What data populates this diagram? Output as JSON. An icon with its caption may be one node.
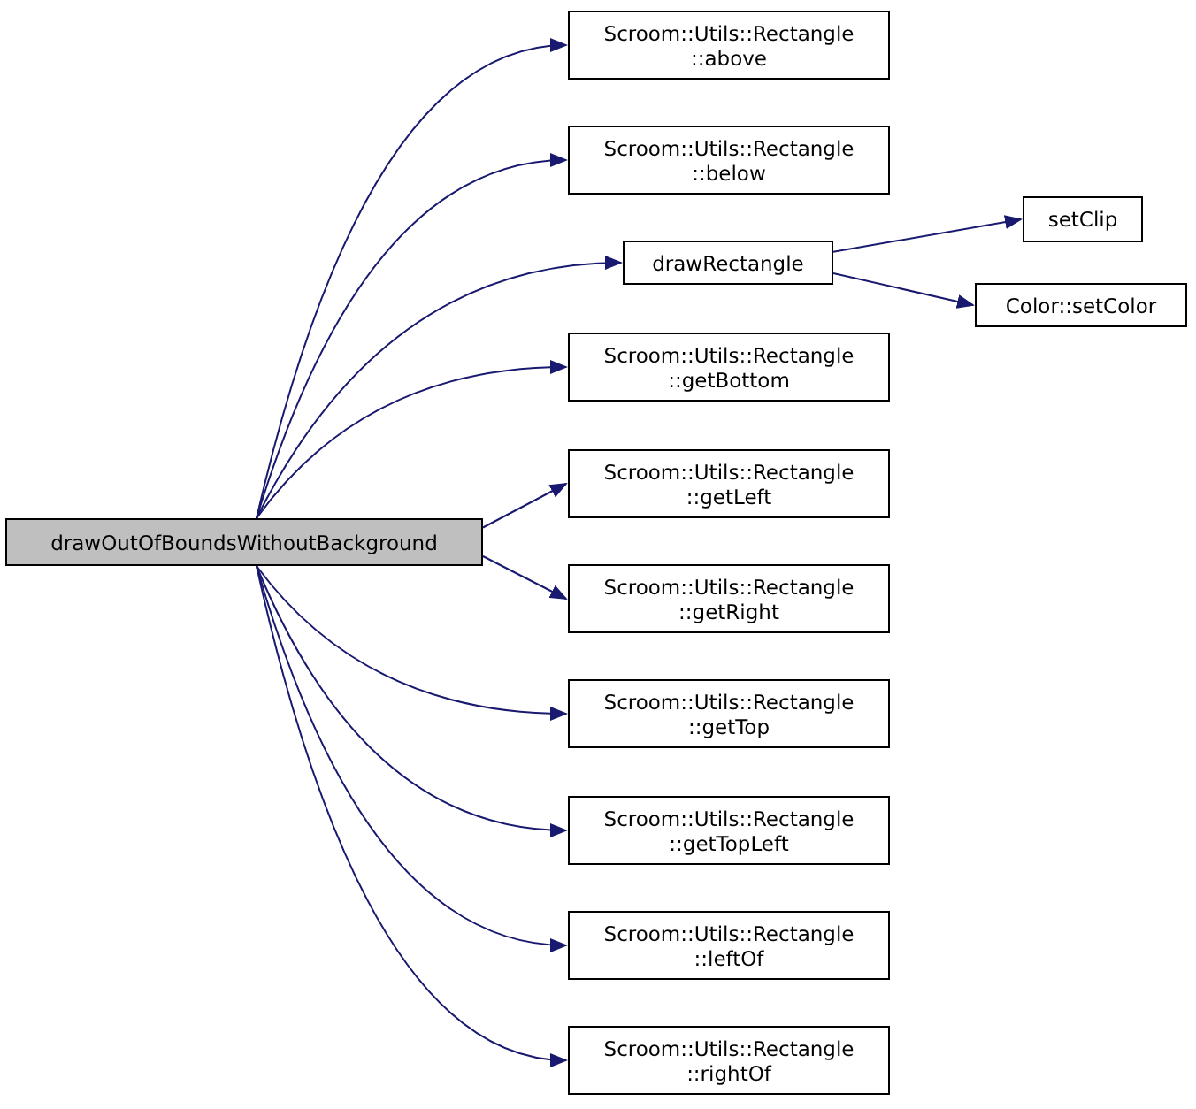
{
  "diagram": {
    "nodes": [
      {
        "text": [
          "drawOutOfBoundsWithoutBackground"
        ]
      },
      {
        "text": [
          "Scroom::Utils::Rectangle ::above"
        ]
      },
      {
        "text": [
          "Scroom::Utils::Rectangle ::below"
        ]
      },
      {
        "text": [
          "drawRectangle"
        ]
      },
      {
        "text": [
          "setClip"
        ]
      },
      {
        "text": [
          "Color::setColor"
        ]
      },
      {
        "text": [
          "Scroom::Utils::Rectangle ::getBottom"
        ]
      },
      {
        "text": [
          "Scroom::Utils::Rectangle ::getLeft"
        ]
      },
      {
        "text": [
          "Scroom::Utils::Rectangle ::getRight"
        ]
      },
      {
        "text": [
          "Scroom::Utils::Rectangle ::getTop"
        ]
      },
      {
        "text": [
          "Scroom::Utils::Rectangle ::getTopLeft"
        ]
      },
      {
        "text": [
          "Scroom::Utils::Rectangle ::leftOf"
        ]
      },
      {
        "text": [
          "Scroom::Utils::Rectangle ::rightOf"
        ]
      }
    ],
    "edges": [
      {
        "from": 0,
        "to": 1,
        "arrow": "to"
      },
      {
        "from": 0,
        "to": 2,
        "arrow": "to"
      },
      {
        "from": 0,
        "to": 3,
        "arrow": "to"
      },
      {
        "from": 3,
        "to": 4,
        "arrow": "to"
      },
      {
        "from": 3,
        "to": 5,
        "arrow": "to"
      },
      {
        "from": 0,
        "to": 6,
        "arrow": "to"
      },
      {
        "from": 0,
        "to": 7,
        "arrow": "to"
      },
      {
        "from": 0,
        "to": 8,
        "arrow": "to"
      },
      {
        "from": 0,
        "to": 9,
        "arrow": "to"
      },
      {
        "from": 0,
        "to": 10,
        "arrow": "to"
      },
      {
        "from": 0,
        "to": 11,
        "arrow": "to"
      },
      {
        "from": 0,
        "to": 12,
        "arrow": "to"
      }
    ]
  }
}
